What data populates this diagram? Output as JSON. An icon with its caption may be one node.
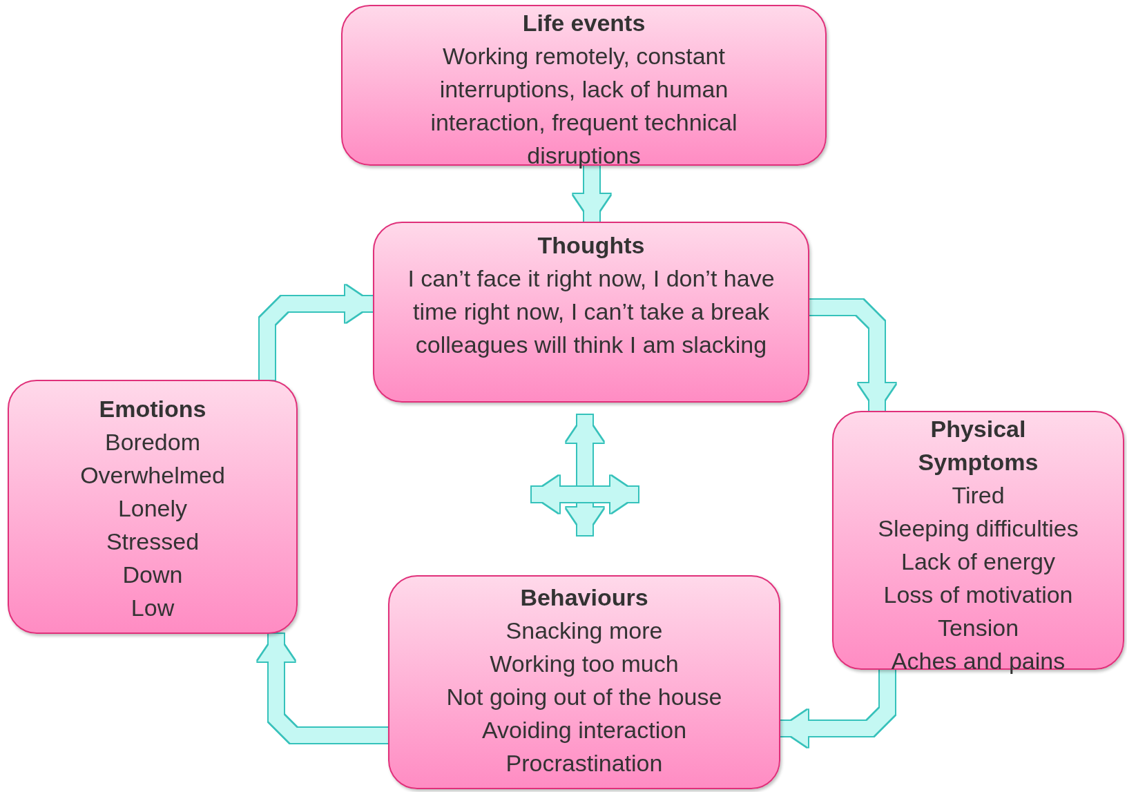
{
  "diagram": {
    "nodes": [
      {
        "text": [
          "Life events",
          "Working remotely, constant interruptions, lack of human interaction, frequent technical disruptions"
        ]
      },
      {
        "text": [
          "Thoughts",
          "I can’t face it right now, I don’t have time right now, I can’t take a break colleagues will think I am slacking"
        ]
      },
      {
        "text": [
          "Emotions",
          "Boredom",
          "Overwhelmed",
          "Lonely",
          "Stressed",
          "Down",
          "Low"
        ]
      },
      {
        "text": [
          "Physical Symptoms",
          "Tired",
          "Sleeping difficulties",
          "Lack of energy",
          "Loss of motivation",
          "Tension",
          "Aches and pains"
        ]
      },
      {
        "text": [
          "Behaviours",
          "Snacking more",
          "Working too much",
          "Not going out of the house",
          "Avoiding interaction",
          "Procrastination"
        ]
      }
    ],
    "edges": [
      {
        "from": 0,
        "to": 1,
        "arrow": "to"
      },
      {
        "from": 1,
        "to": 3,
        "arrow": "to"
      },
      {
        "from": 3,
        "to": 4,
        "arrow": "to"
      },
      {
        "from": 4,
        "to": 2,
        "arrow": "to"
      },
      {
        "from": 2,
        "to": 1,
        "arrow": "to"
      },
      {
        "from": 1,
        "to": 4,
        "arrow": "both"
      }
    ]
  }
}
